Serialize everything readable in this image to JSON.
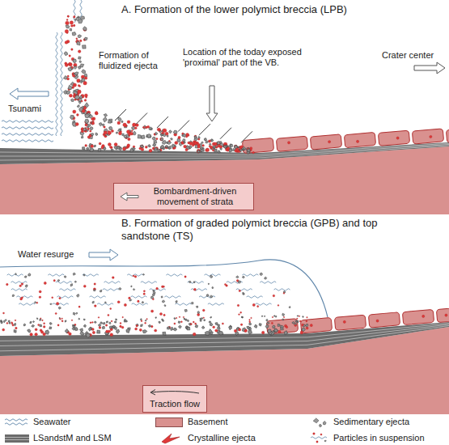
{
  "diagram": {
    "nodes": [
      {
        "text": [
          "Bombardment-driven movement of strata"
        ]
      },
      {
        "text": [
          "Traction flow"
        ]
      }
    ],
    "labels": [
      "A. Formation of the lower polymict breccia (LPB)",
      "Formation of fluidized ejecta",
      "Location of the today exposed 'proximal' part of the VB.",
      "Crater center",
      "Tsunami",
      "B. Formation of graded polymict breccia (GPB) and top sandstone (TS)",
      "Water resurge"
    ],
    "legend": [
      {
        "text": "Seawater"
      },
      {
        "text": "LSandstM and LSM"
      },
      {
        "text": "Basement",
        "color": "#d9918f"
      },
      {
        "text": "Crystalline ejecta"
      },
      {
        "text": "Sedimentary ejecta"
      },
      {
        "text": "Particles in suspension"
      }
    ]
  }
}
